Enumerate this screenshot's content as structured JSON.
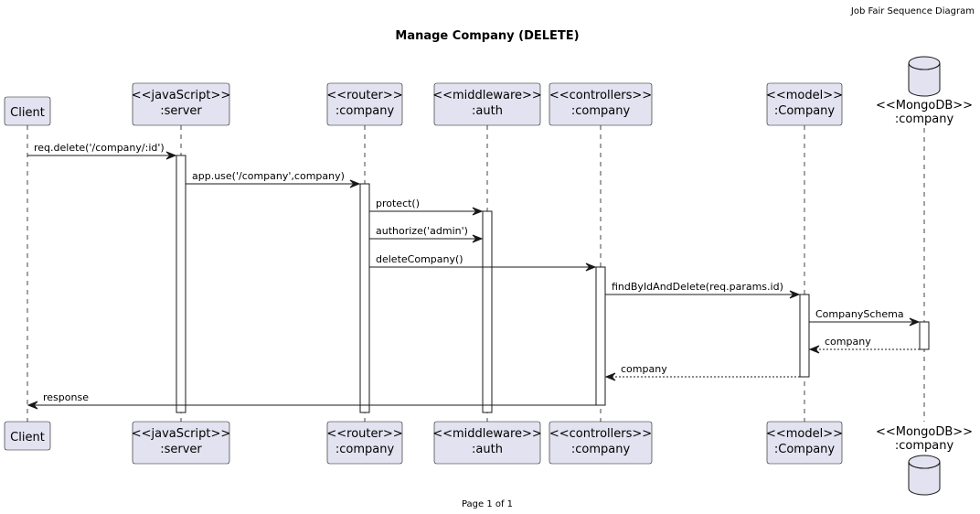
{
  "header": "Job Fair Sequence Diagram",
  "title": "Manage Company (DELETE)",
  "footer": "Page 1 of 1",
  "colors": {
    "participant_fill": "#E2E2F0",
    "participant_border": "#181818",
    "lifeline": "#181818",
    "text": "#000000",
    "header_text": "#888888"
  },
  "participants": [
    {
      "id": "client",
      "kind": "box",
      "lines": [
        "Client"
      ]
    },
    {
      "id": "server",
      "kind": "box",
      "lines": [
        "<<javaScript>>",
        ":server"
      ]
    },
    {
      "id": "router",
      "kind": "box",
      "lines": [
        "<<router>>",
        ":company"
      ]
    },
    {
      "id": "auth",
      "kind": "box",
      "lines": [
        "<<middleware>>",
        ":auth"
      ]
    },
    {
      "id": "controller",
      "kind": "box",
      "lines": [
        "<<controllers>>",
        ":company"
      ]
    },
    {
      "id": "model",
      "kind": "box",
      "lines": [
        "<<model>>",
        ":Company"
      ]
    },
    {
      "id": "db",
      "kind": "database",
      "icon": "database-icon",
      "lines": [
        "<<MongoDB>>",
        ":company"
      ]
    }
  ],
  "messages": [
    {
      "from": "client",
      "to": "server",
      "label": "req.delete('/company/:id')",
      "style": "solid"
    },
    {
      "from": "server",
      "to": "router",
      "label": "app.use('/company',company)",
      "style": "solid"
    },
    {
      "from": "router",
      "to": "auth",
      "label": "protect()",
      "style": "solid"
    },
    {
      "from": "router",
      "to": "auth",
      "label": "authorize('admin')",
      "style": "solid"
    },
    {
      "from": "router",
      "to": "controller",
      "label": "deleteCompany()",
      "style": "solid"
    },
    {
      "from": "controller",
      "to": "model",
      "label": "findByIdAndDelete(req.params.id)",
      "style": "solid"
    },
    {
      "from": "model",
      "to": "db",
      "label": "CompanySchema",
      "style": "solid"
    },
    {
      "from": "db",
      "to": "model",
      "label": "company",
      "style": "dashed"
    },
    {
      "from": "model",
      "to": "controller",
      "label": "company",
      "style": "dashed"
    },
    {
      "from": "controller",
      "to": "client",
      "label": "response",
      "style": "solid"
    }
  ],
  "activations": [
    {
      "participant": "server",
      "from_message": 0,
      "to_message": "end"
    },
    {
      "participant": "router",
      "from_message": 1,
      "to_message": "end"
    },
    {
      "participant": "auth",
      "from_message": 2,
      "to_message": "end"
    },
    {
      "participant": "controller",
      "from_message": 4,
      "to_message": 9
    },
    {
      "participant": "model",
      "from_message": 5,
      "to_message": 8
    },
    {
      "participant": "db",
      "from_message": 6,
      "to_message": 7
    }
  ]
}
